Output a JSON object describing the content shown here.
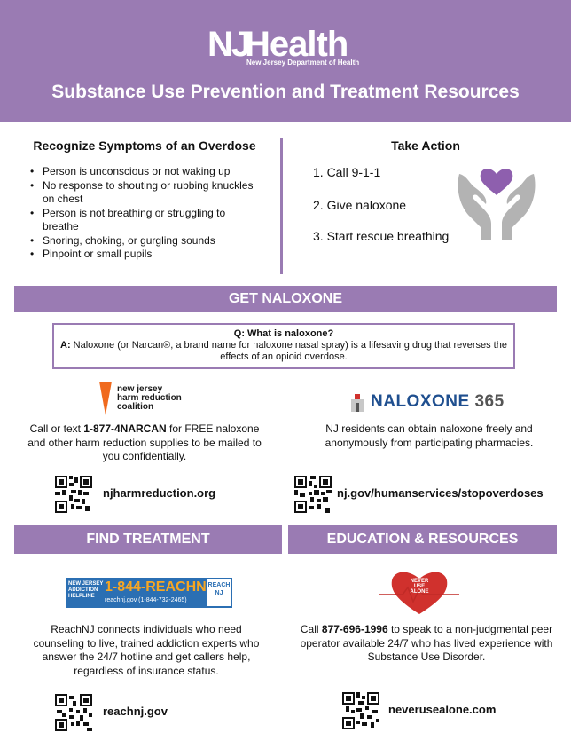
{
  "header": {
    "logo_nj": "NJ",
    "logo_health": "Health",
    "logo_dept": "New Jersey Department of Health",
    "title": "Substance Use Prevention and Treatment Resources",
    "bg_color": "#9a7bb3"
  },
  "symptoms": {
    "title": "Recognize Symptoms of an Overdose",
    "items": [
      "Person is unconscious or not waking up",
      "No response to shouting or rubbing knuckles on chest",
      "Person is not breathing or struggling to breathe",
      "Snoring, choking, or gurgling sounds",
      "Pinpoint or small pupils"
    ]
  },
  "take_action": {
    "title": "Take Action",
    "steps": [
      "1. Call 9-1-1",
      "2. Give naloxone",
      "3. Start rescue breathing"
    ],
    "icon": "hands-heart-icon"
  },
  "naloxone": {
    "band": "GET NALOXONE",
    "question": "Q: What is naloxone?",
    "answer_label": "A:",
    "answer": "Naloxone (or Narcan®, a brand name for naloxone nasal spray) is a lifesaving drug that reverses the effects of an opioid overdose.",
    "njhrc": {
      "logo_lines": [
        "new jersey",
        "harm reduction",
        "coalition"
      ],
      "text_prefix": "Call or text ",
      "phone": "1-877-4NARCAN",
      "text_suffix": " for FREE naloxone and other harm reduction supplies to be mailed to you confidentially.",
      "link": "njharmreduction.org"
    },
    "n365": {
      "logo_word": "NALOXONE",
      "logo_num": "365",
      "text": "NJ residents can obtain naloxone freely and anonymously from participating pharmacies.",
      "link": "nj.gov/humanservices/stopoverdoses"
    }
  },
  "treatment": {
    "band": "FIND TREATMENT",
    "logo_side": [
      "NEW JERSEY",
      "ADDICTION",
      "HELPLINE"
    ],
    "logo_number": "1-844-REACHNJ",
    "logo_sub": "reachnj.gov     (1-844-732-2465)",
    "logo_badge": [
      "REACH",
      "NJ"
    ],
    "text": "ReachNJ connects individuals who need counseling to live, trained addiction experts who answer the 24/7 hotline and get callers help, regardless of insurance status.",
    "link": "reachnj.gov"
  },
  "education": {
    "band": "EDUCATION & RESOURCES",
    "logo_lines": [
      "NEVER",
      "USE",
      "ALONE"
    ],
    "text_prefix": "Call ",
    "phone": "877-696-1996",
    "text_suffix": " to speak to a non-judgmental peer operator available 24/7 who has lived experience with Substance Use Disorder.",
    "link": "neverusealone.com"
  }
}
